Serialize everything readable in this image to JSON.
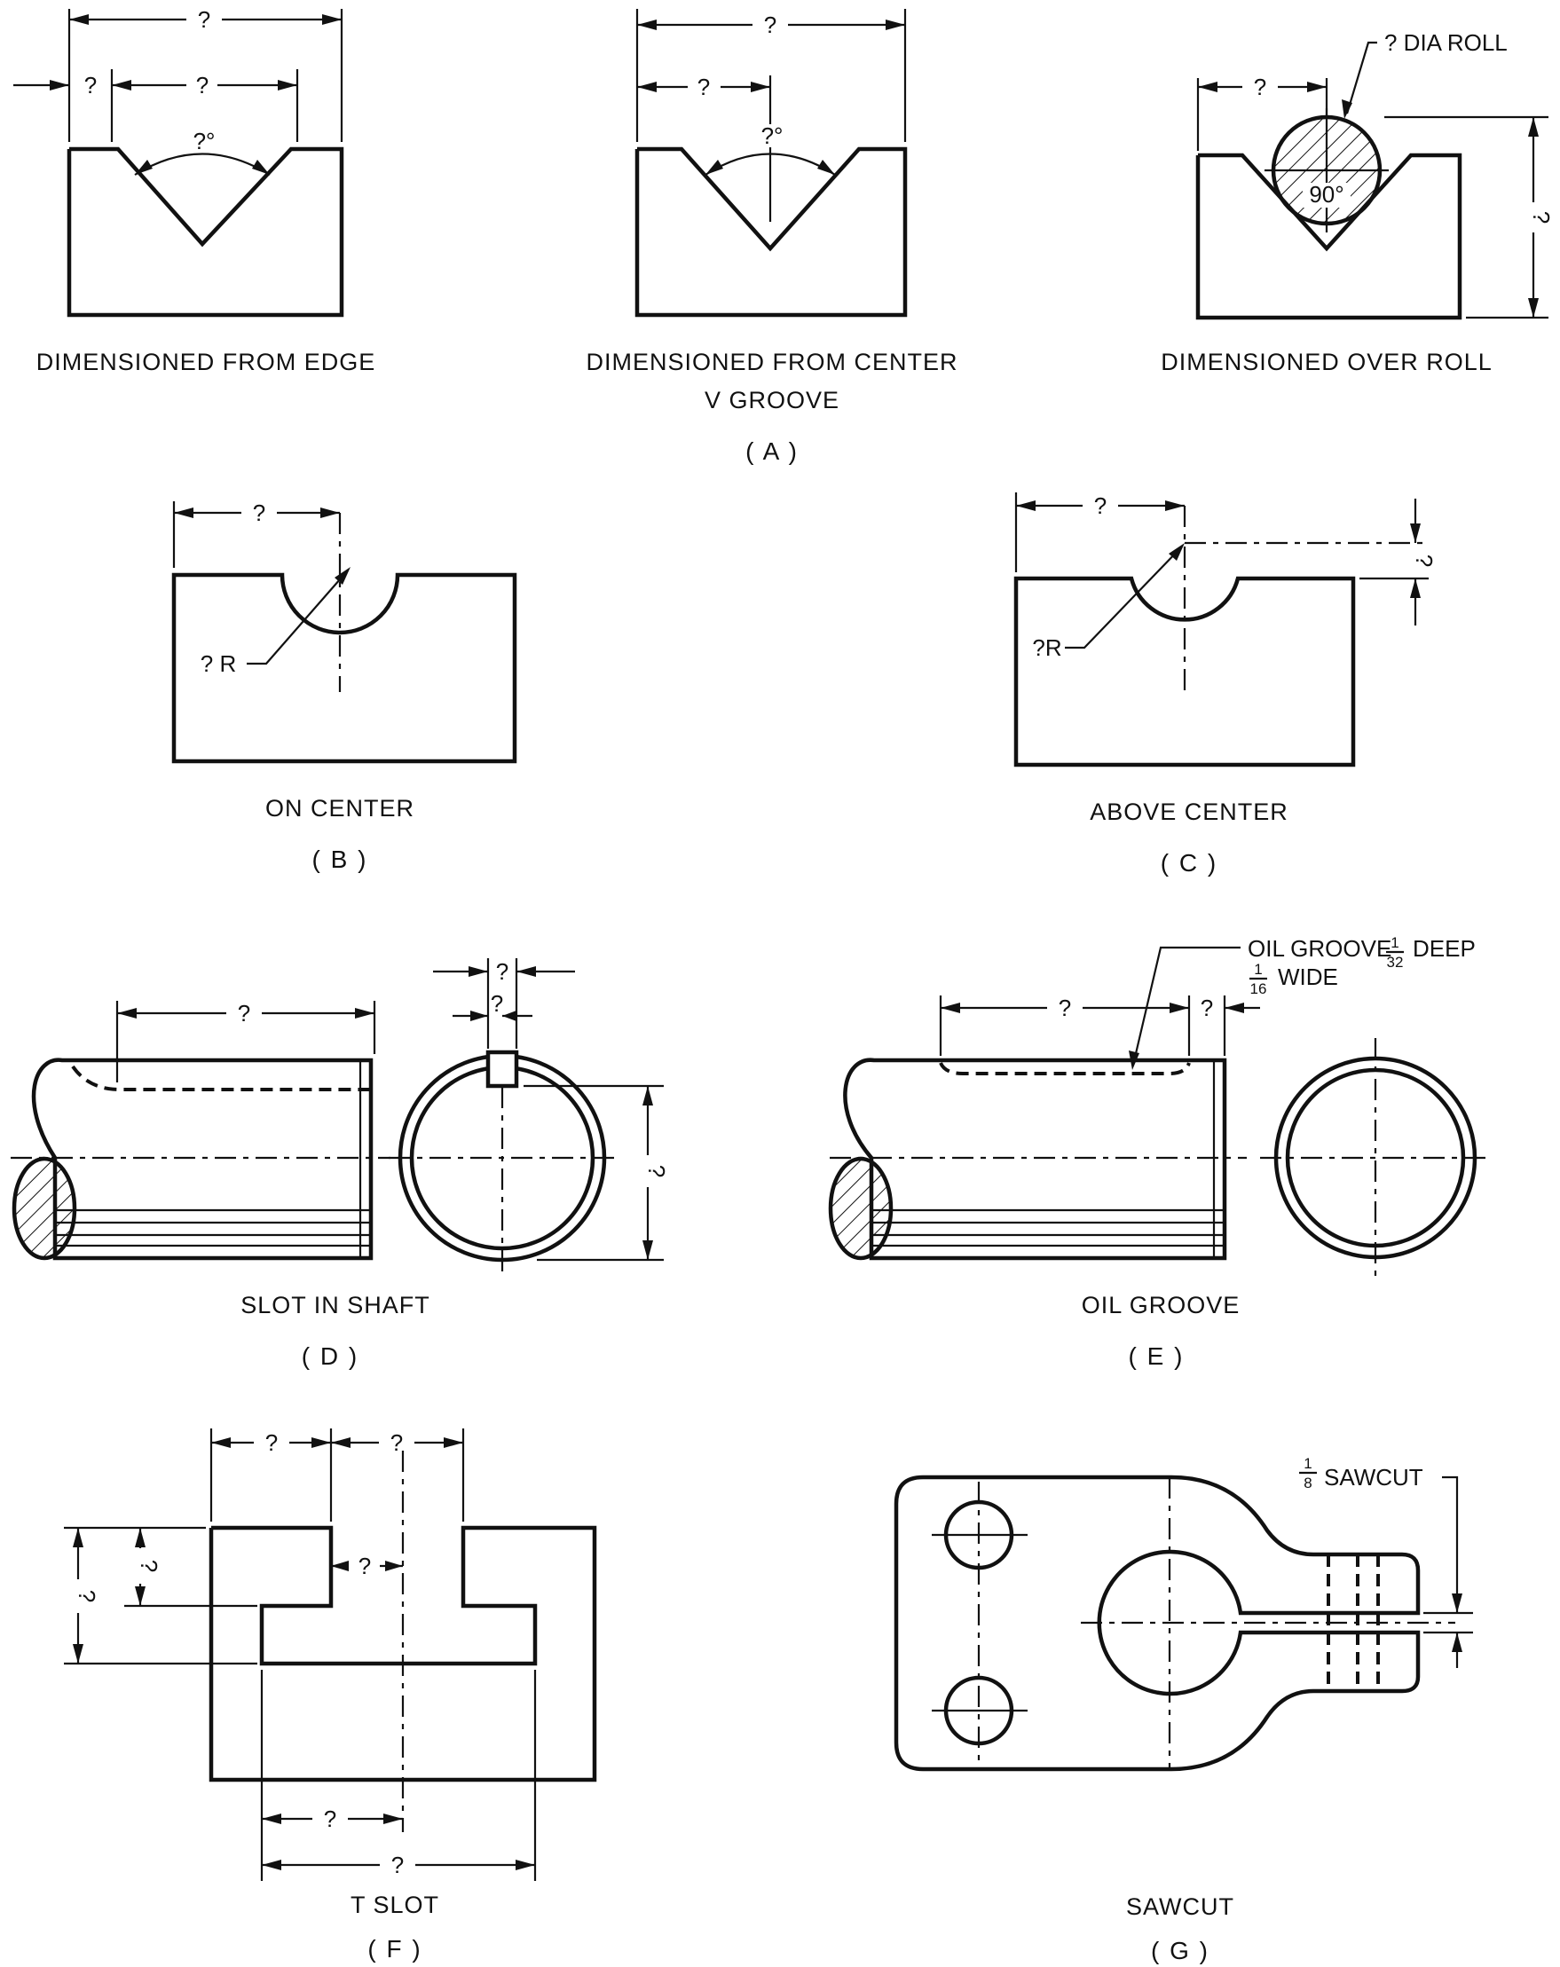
{
  "figures": {
    "A": {
      "letter": "( A )",
      "views": [
        {
          "caption": "DIMENSIONED FROM EDGE",
          "dims": [
            "?",
            "?",
            "?",
            "?°"
          ]
        },
        {
          "caption": "DIMENSIONED FROM CENTER",
          "caption2": "V  GROOVE",
          "dims": [
            "?",
            "?",
            "?°"
          ]
        },
        {
          "caption": "DIMENSIONED OVER ROLL",
          "dims": [
            "?",
            "? DIA ROLL",
            "90°",
            "?"
          ]
        }
      ]
    },
    "B": {
      "letter": "( B )",
      "caption": "ON CENTER",
      "dims": [
        "?",
        "? R"
      ]
    },
    "C": {
      "letter": "( C )",
      "caption": "ABOVE CENTER",
      "dims": [
        "?",
        "?R",
        "?"
      ]
    },
    "D": {
      "letter": "( D )",
      "caption": "SLOT IN SHAFT",
      "dims": [
        "?",
        "?",
        "?",
        "?"
      ]
    },
    "E": {
      "letter": "( E )",
      "caption": "OIL GROOVE",
      "dims": [
        "?",
        "?"
      ],
      "note": {
        "line1": "OIL GROOVE",
        "frac1_num": "1",
        "frac1_den": "32",
        "deep": "DEEP",
        "frac2_num": "1",
        "frac2_den": "16",
        "wide": "WIDE"
      }
    },
    "F": {
      "letter": "( F )",
      "caption": "T  SLOT",
      "dims": [
        "?",
        "?",
        "?",
        "?",
        "?",
        "?",
        "?"
      ]
    },
    "G": {
      "letter": "( G )",
      "caption": "SAWCUT",
      "note": {
        "frac_num": "1",
        "frac_den": "8",
        "label": "SAWCUT"
      }
    }
  }
}
